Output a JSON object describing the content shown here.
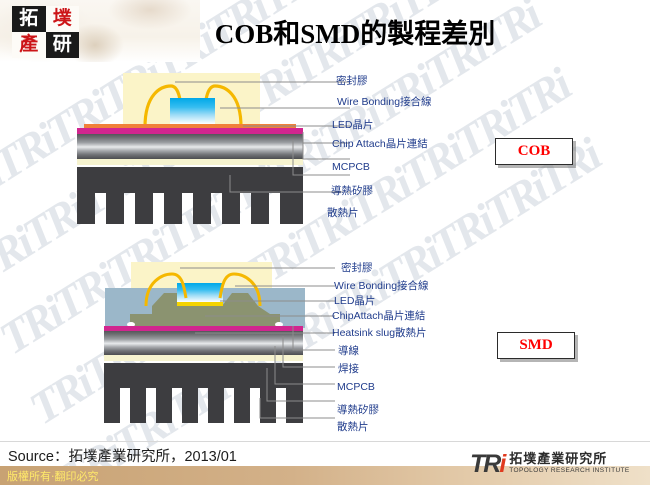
{
  "slide": {
    "title": "COB和SMD的製程差別",
    "logo": {
      "chars": [
        "拓",
        "墣",
        "產",
        "研"
      ]
    }
  },
  "cob": {
    "badge": "COB",
    "labels": [
      "密封膠",
      "Wire Bonding接合線",
      "LED晶片",
      "Chip Attach晶片連結",
      "MCPCB",
      "導熱矽膠",
      "散熱片"
    ]
  },
  "smd": {
    "badge": "SMD",
    "labels": [
      "密封膠",
      "Wire Bonding接合線",
      "LED晶片",
      "ChipAttach晶片連結",
      "Heatsink slug散熱片",
      "導線",
      "焊接",
      "MCPCB",
      "導熱矽膠",
      "散熱片"
    ]
  },
  "footer": {
    "source": "Source：拓墣產業研究所，2013/01",
    "copyright": "版權所有‧翻印必究",
    "brand_mark": "TRi",
    "brand_cn": "拓墣產業研究所",
    "brand_en": "TOPOLOGY RESEARCH INSTITUTE"
  },
  "watermark": {
    "text": "TRiTRiTRiTRiTRiTRiTRiTRiTRiTRi"
  },
  "colors": {
    "accent_red": "#ff0000",
    "label_blue": "#203c8c",
    "encapsulant": "#fbf4c8",
    "wire_gold": "#f5b800",
    "die_blue": "#00a8e8",
    "chip_attach_orange": "#f0803a",
    "pcb_pink": "#d1268f",
    "heatsink_dark": "#3d3d40",
    "slug_green": "#8b9370",
    "lead_blue": "#9bb7c9",
    "footer_bar": "#d3b189"
  }
}
